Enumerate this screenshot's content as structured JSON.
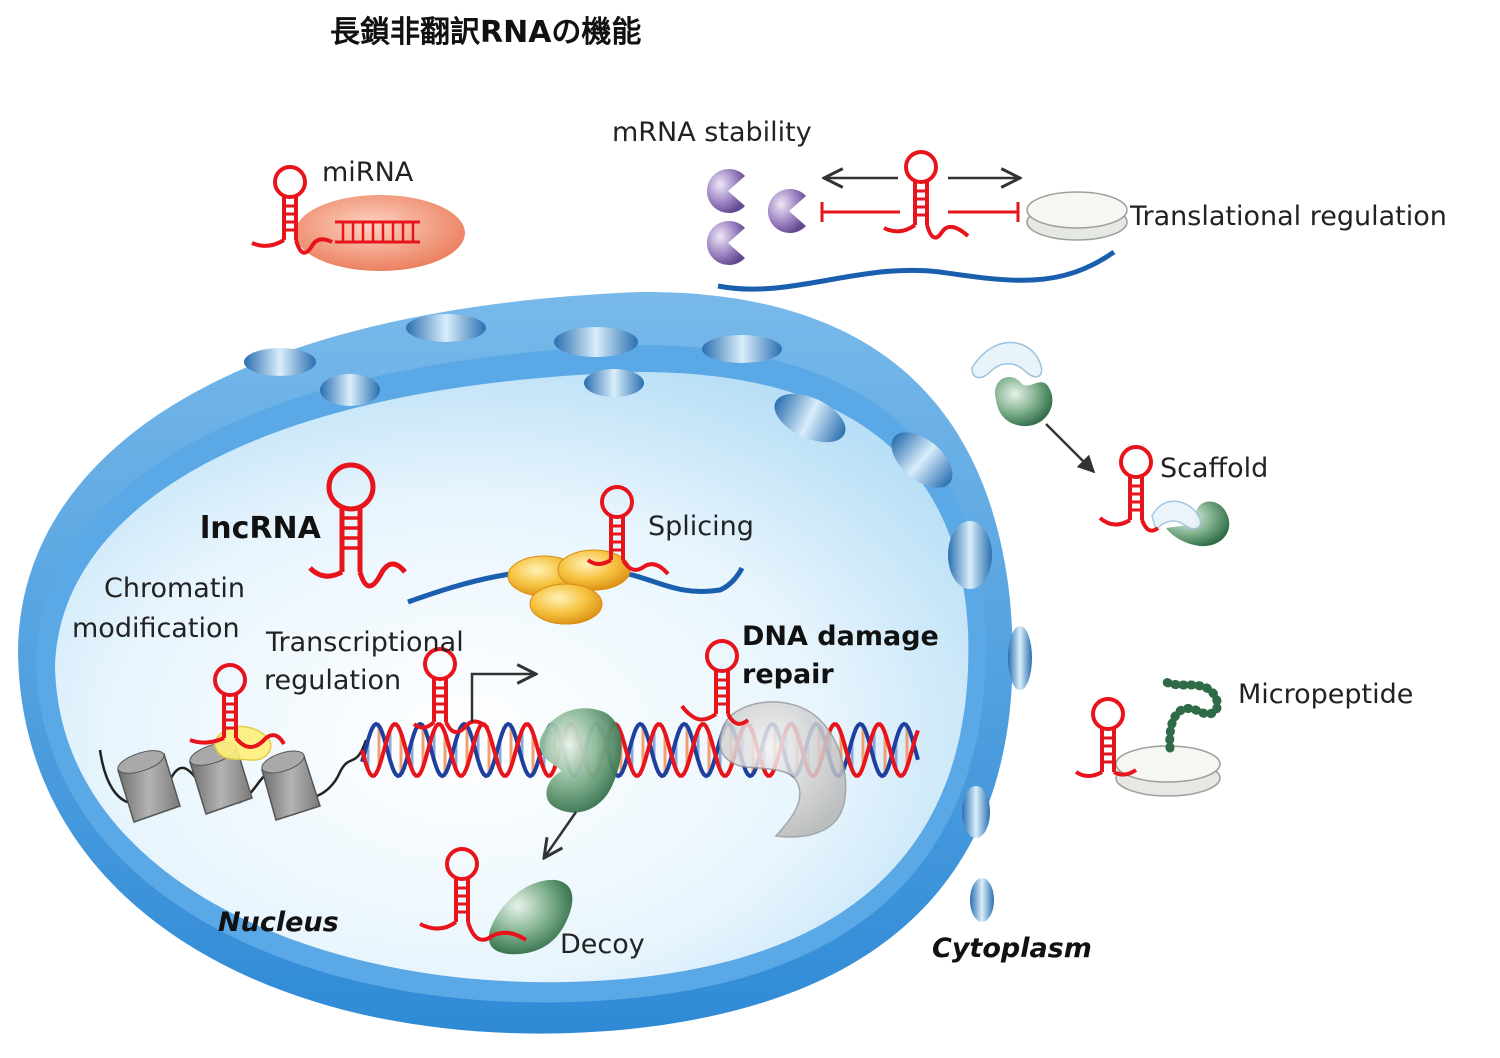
{
  "title": "長鎖非翻訳RNAの機能",
  "labels": {
    "mirna": "miRNA",
    "mrna_stability": "mRNA stability",
    "translational_regulation": "Translational regulation",
    "scaffold": "Scaffold",
    "micropeptide": "Micropeptide",
    "lncrna": "lncRNA",
    "splicing": "Splicing",
    "chromatin_line1": "Chromatin",
    "chromatin_line2": "modification",
    "transcriptional_line1": "Transcriptional",
    "transcriptional_line2": "regulation",
    "dna_damage_line1": "DNA damage",
    "dna_damage_line2": "repair",
    "nucleus": "Nucleus",
    "decoy": "Decoy",
    "cytoplasm": "Cytoplasm"
  },
  "colors": {
    "rna_red": "#e8141c",
    "mrna_blue": "#1a5fae",
    "nucleus_membrane": "#3d95db",
    "nucleus_interior": "#eaf6fd",
    "protein_green": "#4e8a62",
    "protein_purple": "#8a6cb0",
    "splicing_yellow": "#f2b02a",
    "mirna_complex": "#ee8a6a",
    "histone_gray": "#8f8f8f",
    "arrow": "#333333"
  }
}
